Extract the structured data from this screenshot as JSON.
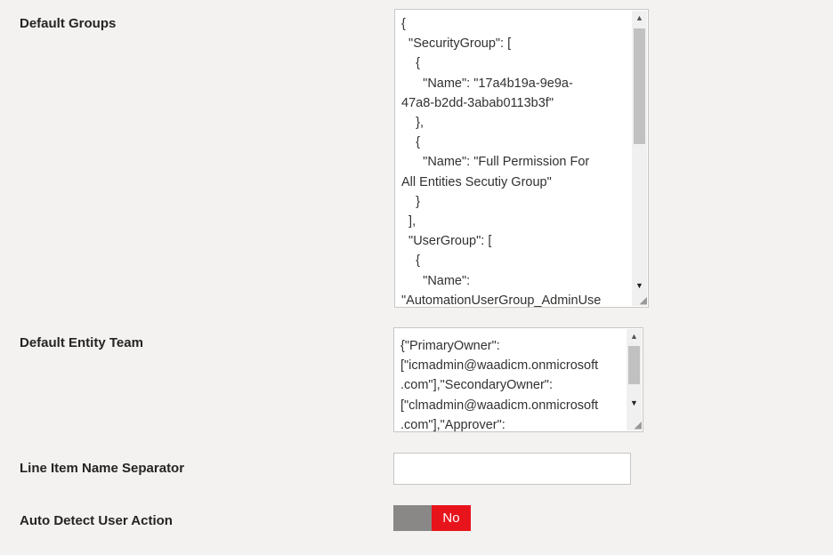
{
  "fields": {
    "default_groups": {
      "label": "Default Groups",
      "value": "{\n  \"SecurityGroup\": [\n    {\n      \"Name\": \"17a4b19a-9e9a-\n47a8-b2dd-3abab0113b3f\"\n    },\n    {\n      \"Name\": \"Full Permission For\nAll Entities Secutiy Group\"\n    }\n  ],\n  \"UserGroup\": [\n    {\n      \"Name\":\n\"AutomationUserGroup_AdminUse"
    },
    "default_entity_team": {
      "label": "Default Entity Team",
      "value": "{\"PrimaryOwner\":\n[\"icmadmin@waadicm.onmicrosoft\n.com\"],\"SecondaryOwner\":\n[\"clmadmin@waadicm.onmicrosoft\n.com\"],\"Approver\":"
    },
    "line_item_name_separator": {
      "label": "Line Item Name Separator",
      "value": ""
    },
    "auto_detect_user_action": {
      "label": "Auto Detect User Action",
      "toggle_label": "No",
      "toggle_on": false
    }
  },
  "colors": {
    "background": "#f3f2f1",
    "toggle_active": "#e8141b",
    "toggle_inactive": "#8a8886"
  }
}
